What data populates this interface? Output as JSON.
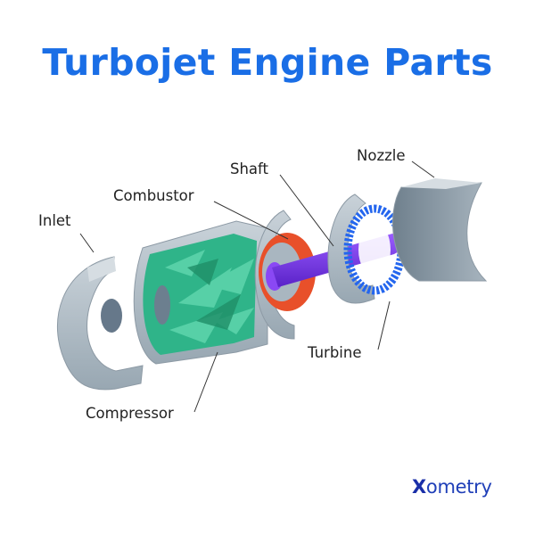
{
  "title": "Turbojet Engine Parts",
  "labels": {
    "inlet": "Inlet",
    "combustor": "Combustor",
    "shaft": "Shaft",
    "nozzle": "Nozzle",
    "compressor": "Compressor",
    "turbine": "Turbine"
  },
  "brand": {
    "mark": "X",
    "name": "ometry"
  },
  "colors": {
    "title": "#1a6ee6",
    "casing": "#b9c4cc",
    "casing_dark": "#7d8c98",
    "compressor_blades": "#2fb489",
    "combustor_ring": "#e8502a",
    "shaft": "#7a3cf0",
    "turbine_blades": "#2466ee",
    "brand": "#1f3fb8"
  }
}
